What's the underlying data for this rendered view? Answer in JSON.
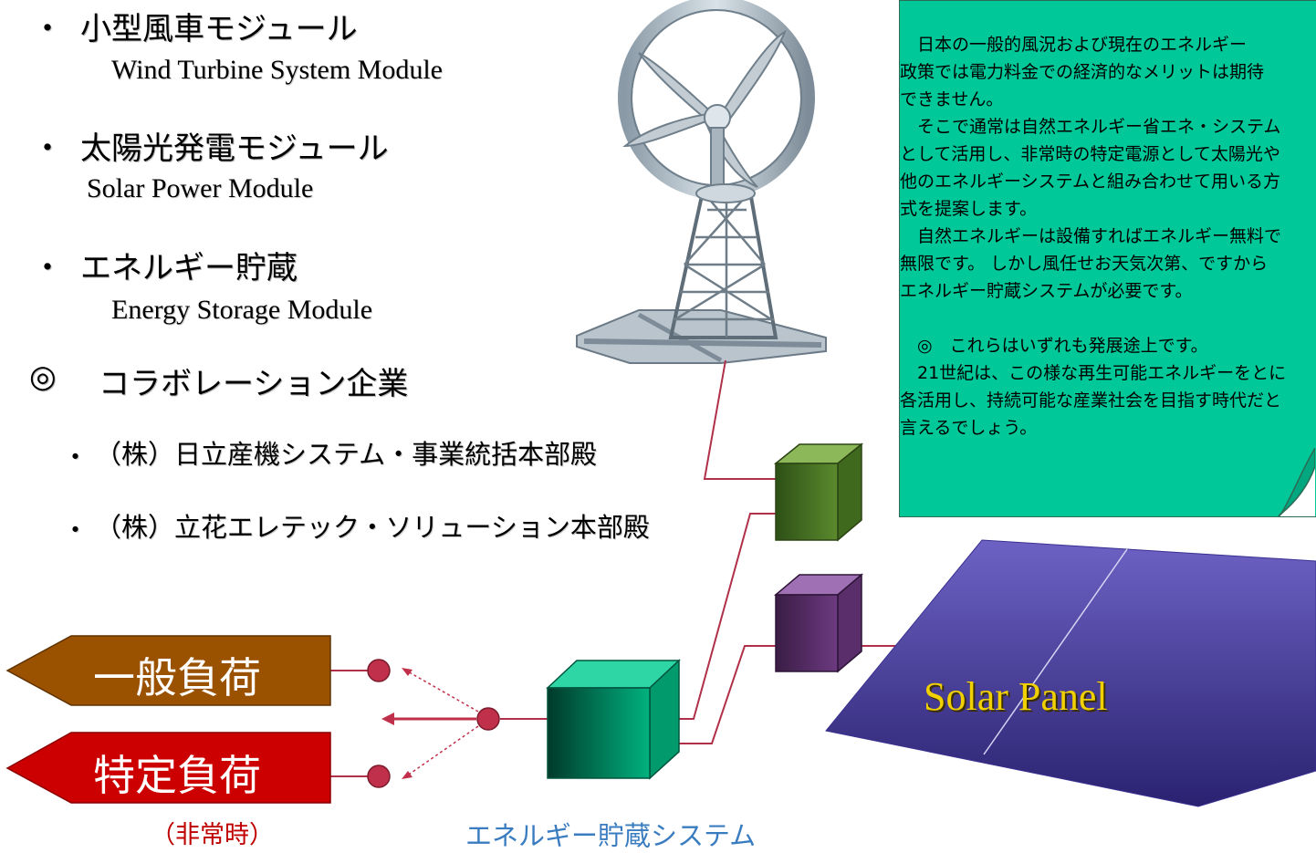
{
  "bullets": [
    {
      "marker": "・",
      "title": "小型風車モジュール",
      "subtitle": "Wind Turbine System Module"
    },
    {
      "marker": "・",
      "title": "太陽光発電モジュール",
      "subtitle": "Solar Power Module"
    },
    {
      "marker": "・",
      "title": "エネルギー貯蔵",
      "subtitle": "Energy Storage Module"
    }
  ],
  "collab": {
    "marker": "◎",
    "title": "コラボレーション企業",
    "companies": [
      {
        "marker": "・",
        "name": "（株）日立産機システム・事業統括本部殿"
      },
      {
        "marker": "・",
        "name": "（株）立花エレテック・ソリューション本部殿"
      }
    ]
  },
  "note": {
    "lines": [
      "　日本の一般的風況および現在のエネルギー",
      "政策では電力料金での経済的なメリットは期待",
      "できません。",
      "　そこで通常は自然エネルギー省エネ・システム",
      "として活用し、非常時の特定電源として太陽光や",
      "他のエネルギーシステムと組み合わせて用いる方",
      "式を提案します。",
      "　自然エネルギーは設備すればエネルギー無料で",
      "無限です。 しかし風任せお天気次第、ですから",
      "エネルギー貯蔵システムが必要です。",
      "",
      "　◎　これらはいずれも発展途上です。",
      "　21世紀は、この様な再生可能エネルギーをとに",
      "各活用し、持続可能な産業社会を目指す時代だと",
      "言えるでしょう。"
    ]
  },
  "loads": {
    "general": "一般負荷",
    "specific": "特定負荷",
    "emergency": "（非常時）"
  },
  "storage_label": "エネルギー貯蔵システム",
  "solar_label": "Solar Panel",
  "colors": {
    "note_bg": "#00c898",
    "general_load": "#9b5200",
    "specific_load": "#cc0000",
    "connector": "#b0304a",
    "node": "#c0304a",
    "solar_panel": "#5a4fb0",
    "solar_text": "#f0d000",
    "storage_label": "#3a7cc0",
    "green_box": "#4e7a2a",
    "purple_box": "#5a2e6a",
    "storage_box": "#00b080"
  }
}
